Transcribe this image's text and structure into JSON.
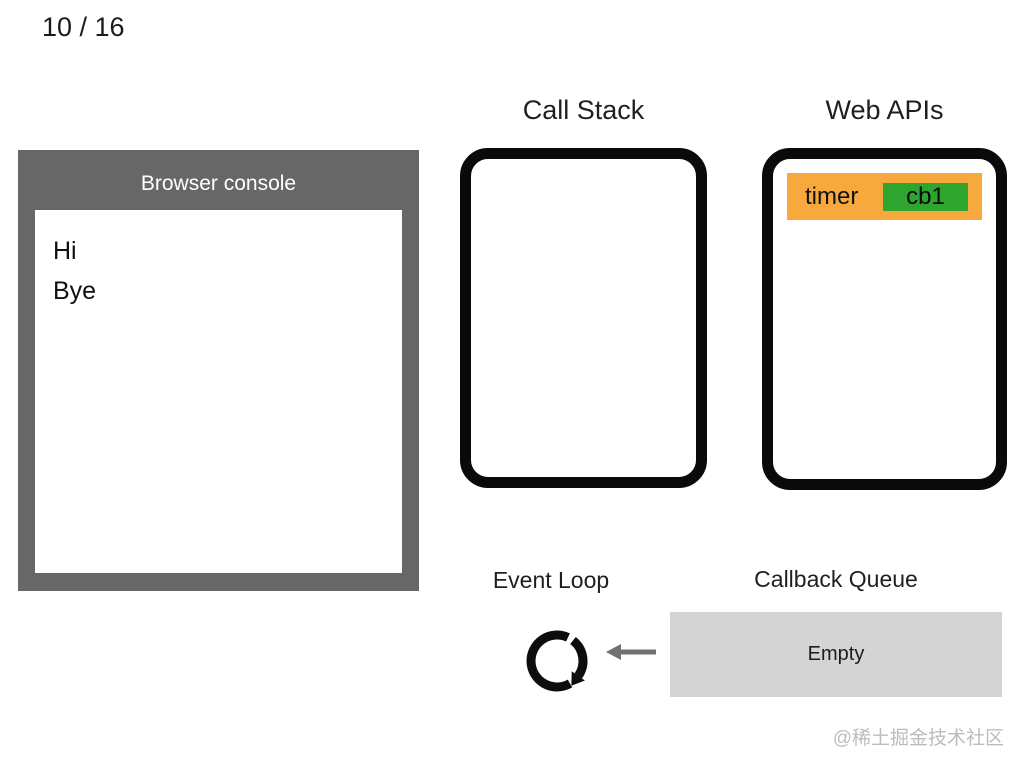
{
  "page": {
    "indicator": "10 / 16",
    "watermark": "@稀土掘金技术社区"
  },
  "browser_console": {
    "title": "Browser console",
    "logs": [
      "Hi",
      "Bye"
    ]
  },
  "call_stack": {
    "title": "Call Stack",
    "frames": []
  },
  "web_apis": {
    "title": "Web APIs",
    "items": [
      {
        "name": "timer",
        "callback": "cb1"
      }
    ]
  },
  "event_loop": {
    "title": "Event Loop",
    "icon": "circular-arrow-icon"
  },
  "callback_queue": {
    "title": "Callback Queue",
    "status": "Empty"
  },
  "colors": {
    "console_gray": "#676767",
    "timer_orange": "#F7A93D",
    "callback_green": "#2EA52F",
    "queue_gray": "#D4D4D4",
    "arrow_gray": "#717171",
    "watermark_gray": "#BCBCBC",
    "box_border_black": "#0A0A0A"
  }
}
